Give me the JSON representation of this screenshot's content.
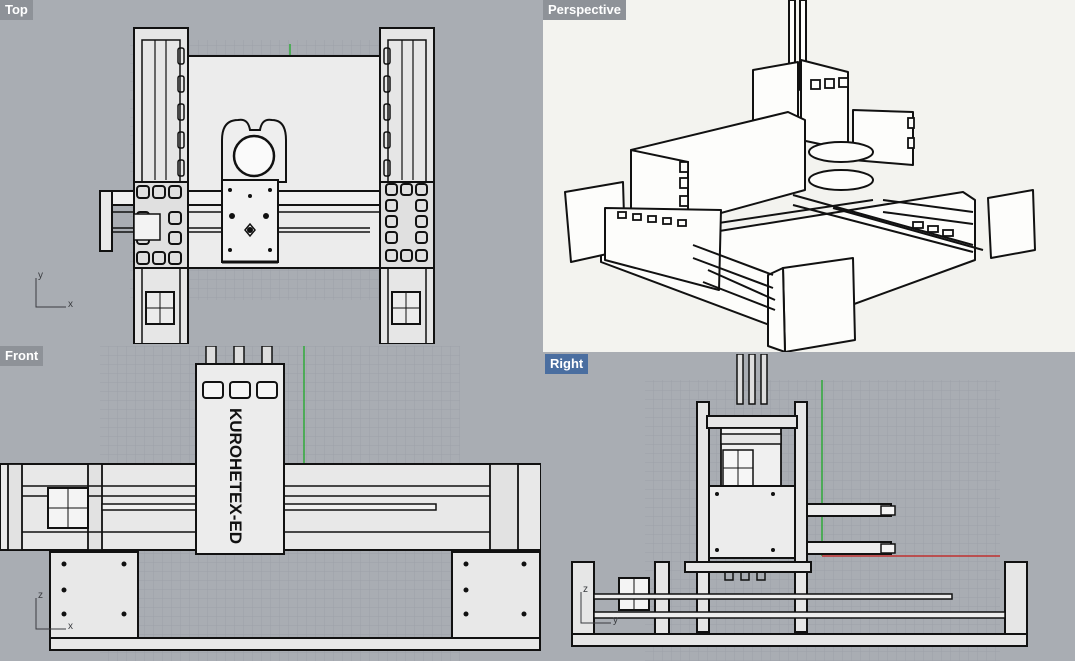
{
  "viewports": {
    "top": {
      "label": "Top",
      "axis_a": "y",
      "axis_b": "x"
    },
    "perspective": {
      "label": "Perspective"
    },
    "front": {
      "label": "Front",
      "axis_a": "z",
      "axis_b": "x"
    },
    "right": {
      "label": "Right",
      "axis_a": "z",
      "axis_b": "y"
    }
  },
  "model_text": "KUROHETEX-ED",
  "colors": {
    "viewport_bg": "#a9adb3",
    "grid": "#9a9ea5",
    "perspective_bg": "#f3f3ef",
    "active_label": "#4a6ea0",
    "y_axis": "#2faa3a",
    "x_axis": "#c03030"
  }
}
